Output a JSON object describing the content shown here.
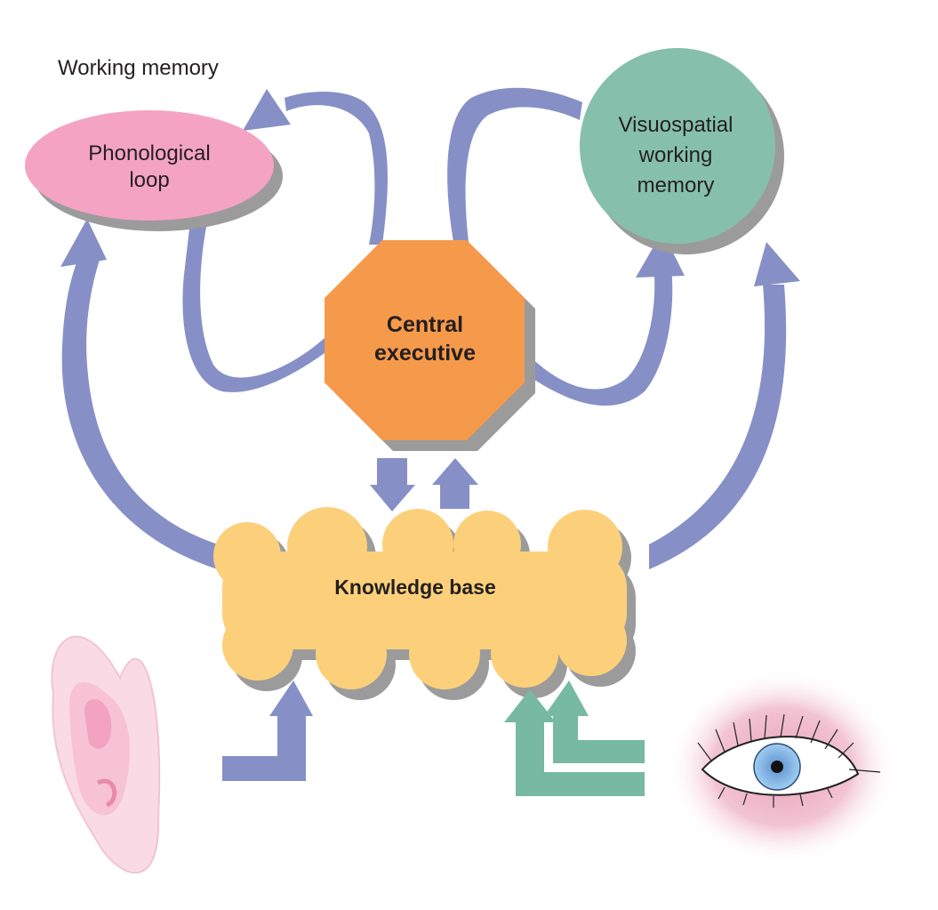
{
  "title": "Working memory",
  "nodes": {
    "phonological_loop": {
      "line1": "Phonological",
      "line2": "loop"
    },
    "visuospatial": {
      "line1": "Visuospatial",
      "line2": "working",
      "line3": "memory"
    },
    "central_executive": {
      "line1": "Central",
      "line2": "executive"
    },
    "knowledge_base": {
      "label": "Knowledge base"
    }
  },
  "icons": {
    "ear": "ear-icon",
    "eye": "eye-icon"
  },
  "colors": {
    "arrow_blue": "#8690c6",
    "arrow_green": "#77b9a2",
    "phonological": "#f4a3c3",
    "visuospatial": "#86c0ac",
    "central_executive": "#f5994a",
    "knowledge_base": "#fcd07a",
    "shadow": "#9b9b9b"
  }
}
